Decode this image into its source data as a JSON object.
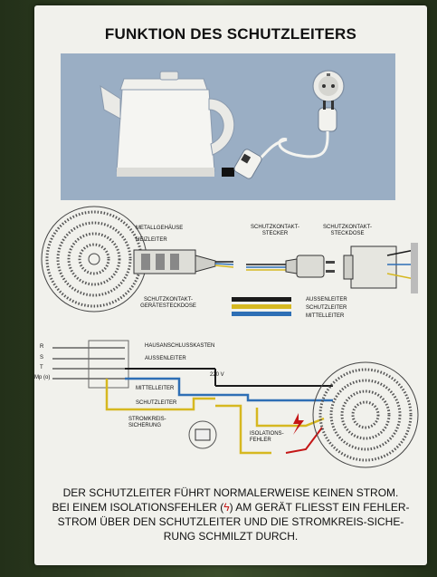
{
  "title": "FUNKTION DES SCHUTZLEITERS",
  "middle_labels": {
    "metallgehaeuse": "METALLGEHÄUSE",
    "heizleiter": "HEIZLEITER",
    "schutzkontakt_stecker": [
      "SCHUTZKONTAKT-",
      "STECKER"
    ],
    "schutzkontakt_steckdose": [
      "SCHUTZKONTAKT-",
      "STECKDOSE"
    ],
    "schutzkontakt_geraetesteckdose": [
      "SCHUTZKONTAKT-",
      "GERÄTESTECKDOSE"
    ],
    "aussenleiter": "AUSSENLEITER",
    "schutzleiter": "SCHUTZLEITER",
    "mittelleiter": "MITTELLEITER"
  },
  "circuit_labels": {
    "r": "R",
    "s": "S",
    "t": "T",
    "mp": "Mp (o)",
    "hausanschlusskasten": "HAUSANSCHLUSSKASTEN",
    "aussenleiter": "AUSSENLEITER",
    "voltage": "220 V",
    "mittelleiter": "MITTELLEITER",
    "schutzleiter": "SCHUTZLEITER",
    "stromkreissicherung": [
      "STROMKREIS-",
      "SICHERUNG"
    ],
    "isolationsfehler": [
      "ISOLATIONS-",
      "FEHLER"
    ]
  },
  "caption": {
    "line1": "DER SCHUTZLEITER FÜHRT NORMALERWEISE KEINEN STROM.",
    "line2a": "BEI EINEM ISOLATIONSFEHLER (",
    "bolt": "ϟ",
    "line2b": ") AM GERÄT  FLIESST EIN FEHLER-",
    "line3": "STROM ÜBER DEN SCHUTZLEITER UND DIE STROMKREIS-SICHE-",
    "line4": "RUNG SCHMILZT DURCH."
  },
  "colors": {
    "poster": "#f1f1ec",
    "hero": "#9aaec4",
    "phase": "#1b1b1b",
    "neutral": "#2e6fb5",
    "ground": "#d6b820",
    "fault": "#c41616"
  },
  "icons": [
    "kettle-icon",
    "wall-socket-icon",
    "plug-icon",
    "heating-coil-icon",
    "fuse-icon",
    "lightning-bolt-icon"
  ]
}
